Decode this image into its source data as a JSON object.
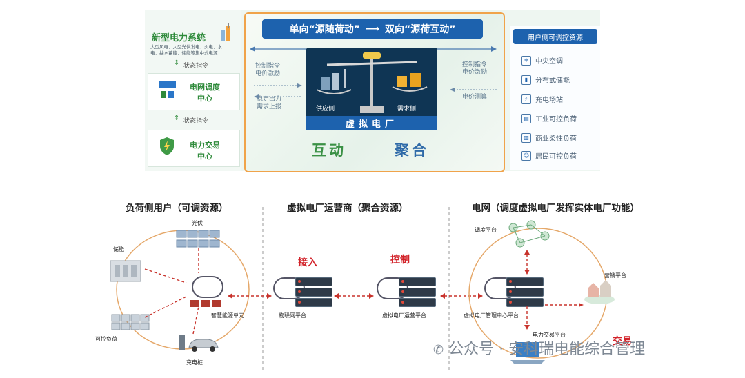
{
  "top": {
    "left": {
      "title": "新型电力系统",
      "subtitle_line1": "大型风电、大型光伏发电、火电、水",
      "subtitle_line2": "电、抽水蓄能、储能等集中式电源",
      "state_cmd_1": "状态指令",
      "dispatch_center": "电网调度中心",
      "state_cmd_2": "状态指令",
      "trade_center": "电力交易中心"
    },
    "banner": {
      "left": "单向“源随荷动”",
      "right": "双向“源荷互动”"
    },
    "left_arrows": {
      "label1": "控制指令",
      "label2": "电价激励",
      "label3": "稳定出力",
      "label4": "需求上报"
    },
    "right_arrows": {
      "label1": "控制指令",
      "label2": "电价激励",
      "label3": "电价测算"
    },
    "scale": {
      "supply": "供应侧",
      "demand": "需求侧",
      "vpp": "虚拟电厂"
    },
    "bottom_words": {
      "interact": "互动",
      "aggregate": "聚合"
    },
    "resources": {
      "header": "用户侧可调控资源",
      "items": [
        "中央空调",
        "分布式储能",
        "充电场站",
        "工业可控负荷",
        "商业柔性负荷",
        "居民可控负荷"
      ]
    }
  },
  "bottom": {
    "sections": {
      "load": "负荷侧用户（可调资源）",
      "operator": "虚拟电厂运营商（聚合资源）",
      "grid": "电网（调度虚拟电厂发挥实体电厂功能）"
    },
    "labels": {
      "pv": "光伏",
      "storage": "储能",
      "controllable": "可控负荷",
      "charging": "充电桩",
      "smart_unit": "智慧能源单元",
      "iot": "物联网平台",
      "operator_platform": "虚拟电厂运营平台",
      "mgmt_center": "虚拟电厂管理中心平台",
      "dispatch": "调度平台",
      "marketing": "营销平台",
      "trading": "电力交易平台"
    },
    "red": {
      "access": "接入",
      "control": "控制",
      "trade": "交易"
    }
  },
  "watermark": "公众号 · 安科瑞电能综合管理"
}
